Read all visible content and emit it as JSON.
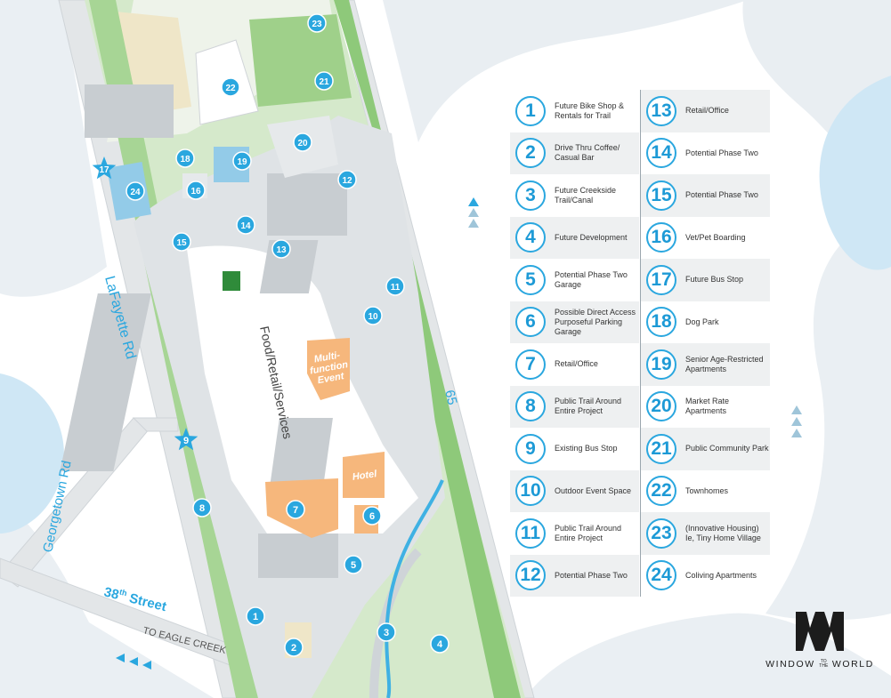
{
  "map": {
    "roads": {
      "lafayette": "LaFayette Rd",
      "georgetown": "Georgetown Rd",
      "street38": "38",
      "street38_sup": "th",
      "street38_word": "Street",
      "eagle_creek": "TO EAGLE CREEK",
      "interstate": "65"
    },
    "buildings": {
      "food_retail": "Food/Retail/Services",
      "multi_line1": "Multi-",
      "multi_line2": "function",
      "multi_line3": "Event",
      "hotel": "Hotel"
    },
    "markers": [
      "1",
      "2",
      "3",
      "4",
      "5",
      "6",
      "7",
      "8",
      "9",
      "10",
      "11",
      "12",
      "13",
      "14",
      "15",
      "16",
      "17",
      "18",
      "19",
      "20",
      "21",
      "22",
      "23",
      "24"
    ],
    "colors": {
      "accent": "#2aa7df",
      "green": "#8ec97a",
      "orange": "#f6b77c",
      "road": "#e3e6e8",
      "lot": "#c8cdd1"
    }
  },
  "legend": {
    "left": [
      {
        "num": "1",
        "text": "Future Bike Shop & Rentals for Trail"
      },
      {
        "num": "2",
        "text": "Drive Thru Coffee/ Casual Bar"
      },
      {
        "num": "3",
        "text": "Future Creekside Trail/Canal"
      },
      {
        "num": "4",
        "text": "Future Development"
      },
      {
        "num": "5",
        "text": "Potential Phase Two Garage"
      },
      {
        "num": "6",
        "text": "Possible Direct Access Purposeful Parking Garage"
      },
      {
        "num": "7",
        "text": "Retail/Office"
      },
      {
        "num": "8",
        "text": "Public Trail Around Entire Project"
      },
      {
        "num": "9",
        "text": "Existing Bus Stop"
      },
      {
        "num": "10",
        "text": "Outdoor Event Space"
      },
      {
        "num": "11",
        "text": "Public Trail Around Entire Project"
      },
      {
        "num": "12",
        "text": "Potential Phase Two"
      }
    ],
    "right": [
      {
        "num": "13",
        "text": "Retail/Office"
      },
      {
        "num": "14",
        "text": "Potential Phase Two"
      },
      {
        "num": "15",
        "text": "Potential Phase Two"
      },
      {
        "num": "16",
        "text": "Vet/Pet Boarding"
      },
      {
        "num": "17",
        "text": "Future Bus Stop"
      },
      {
        "num": "18",
        "text": "Dog Park"
      },
      {
        "num": "19",
        "text": "Senior Age-Restricted Apartments"
      },
      {
        "num": "20",
        "text": "Market Rate Apartments"
      },
      {
        "num": "21",
        "text": "Public Community Park"
      },
      {
        "num": "22",
        "text": "Townhomes"
      },
      {
        "num": "23",
        "text": "(Innovative Housing) Ie, Tiny Home Village"
      },
      {
        "num": "24",
        "text": "Coliving Apartments"
      }
    ]
  },
  "logo": {
    "line1": "WINDOW",
    "small_to": "TO",
    "small_the": "THE",
    "line2": "WORLD",
    "icon": "window-to-the-world-w-logo"
  }
}
